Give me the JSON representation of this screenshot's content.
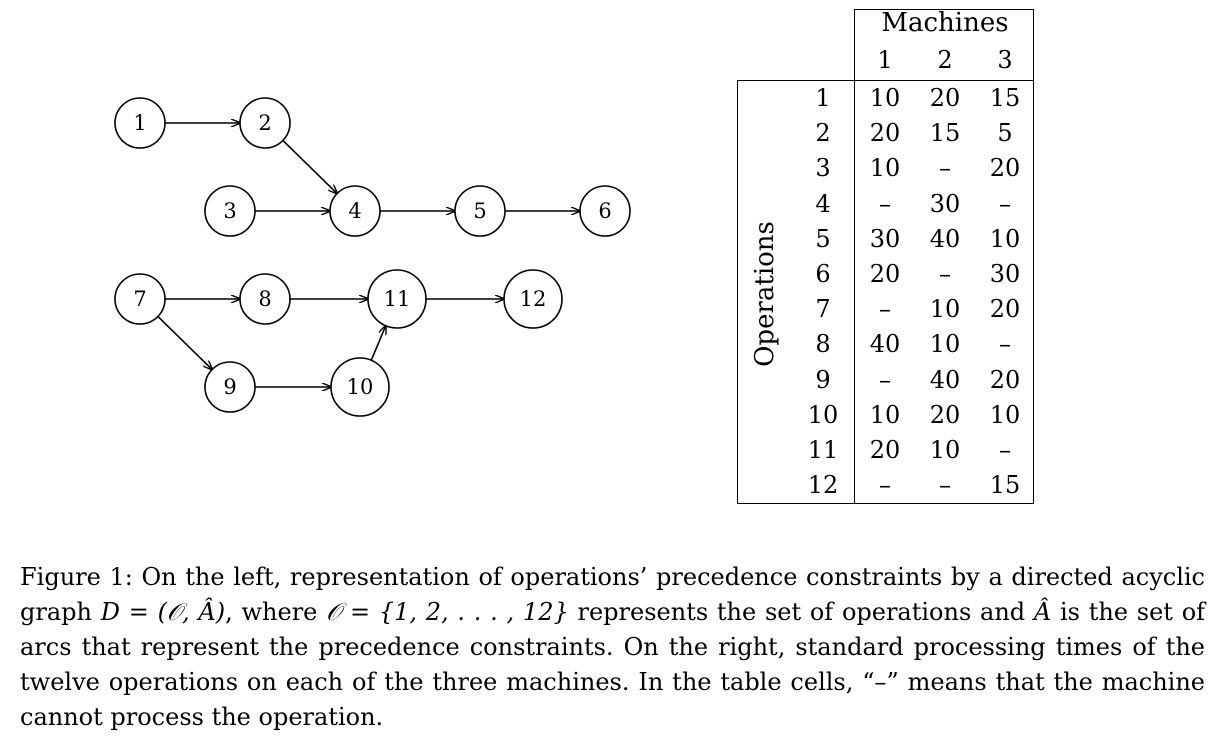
{
  "graph": {
    "nodes": [
      "1",
      "2",
      "3",
      "4",
      "5",
      "6",
      "7",
      "8",
      "9",
      "10",
      "11",
      "12"
    ],
    "edges": [
      [
        "1",
        "2"
      ],
      [
        "2",
        "4"
      ],
      [
        "3",
        "4"
      ],
      [
        "4",
        "5"
      ],
      [
        "5",
        "6"
      ],
      [
        "7",
        "8"
      ],
      [
        "7",
        "9"
      ],
      [
        "8",
        "11"
      ],
      [
        "9",
        "10"
      ],
      [
        "10",
        "11"
      ],
      [
        "11",
        "12"
      ]
    ]
  },
  "table": {
    "header_group": "Machines",
    "row_group": "Operations",
    "machines": [
      "1",
      "2",
      "3"
    ],
    "rows": [
      {
        "op": "1",
        "times": [
          "10",
          "20",
          "15"
        ]
      },
      {
        "op": "2",
        "times": [
          "20",
          "15",
          "5"
        ]
      },
      {
        "op": "3",
        "times": [
          "10",
          "–",
          "20"
        ]
      },
      {
        "op": "4",
        "times": [
          "–",
          "30",
          "–"
        ]
      },
      {
        "op": "5",
        "times": [
          "30",
          "40",
          "10"
        ]
      },
      {
        "op": "6",
        "times": [
          "20",
          "–",
          "30"
        ]
      },
      {
        "op": "7",
        "times": [
          "–",
          "10",
          "20"
        ]
      },
      {
        "op": "8",
        "times": [
          "40",
          "10",
          "–"
        ]
      },
      {
        "op": "9",
        "times": [
          "–",
          "40",
          "20"
        ]
      },
      {
        "op": "10",
        "times": [
          "10",
          "20",
          "10"
        ]
      },
      {
        "op": "11",
        "times": [
          "20",
          "10",
          "–"
        ]
      },
      {
        "op": "12",
        "times": [
          "–",
          "–",
          "15"
        ]
      }
    ]
  },
  "caption": {
    "part1": "Figure 1: On the left, representation of operations’ precedence constraints by a directed acyclic graph ",
    "math1": "D = (𝒪, Â)",
    "part2": ", where ",
    "math2": "𝒪 = {1, 2, . . . , 12}",
    "part3": " represents the set of operations and ",
    "math3": "Â",
    "part4": " is the set of arcs that represent the precedence constraints. On the right, standard processing times of the twelve operations on each of the three machines. In the table cells, “–” means that the machine cannot process the operation."
  }
}
